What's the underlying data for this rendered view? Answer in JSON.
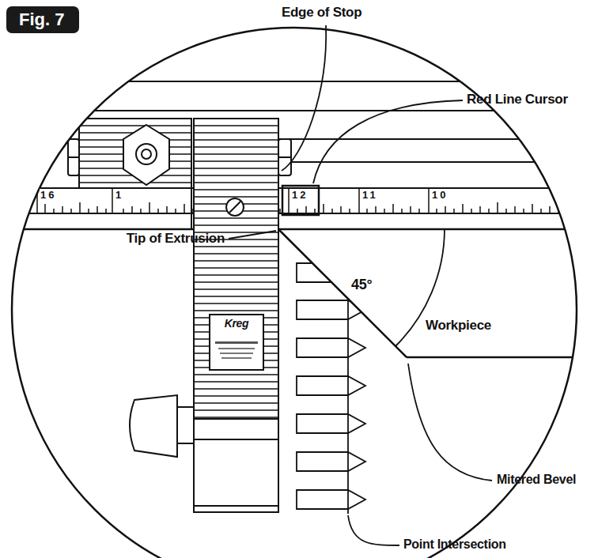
{
  "diagram": {
    "nodes": [
      {
        "text": [
          "Fig. 7"
        ]
      }
    ],
    "labels": [
      "Edge of Stop",
      "Red Line Cursor",
      "16",
      "1",
      "12",
      "11",
      "10",
      "Tip of Extrusion",
      "Kreg",
      "45°",
      "Workpiece",
      "Mitered Bevel",
      "Point Intersection"
    ]
  }
}
